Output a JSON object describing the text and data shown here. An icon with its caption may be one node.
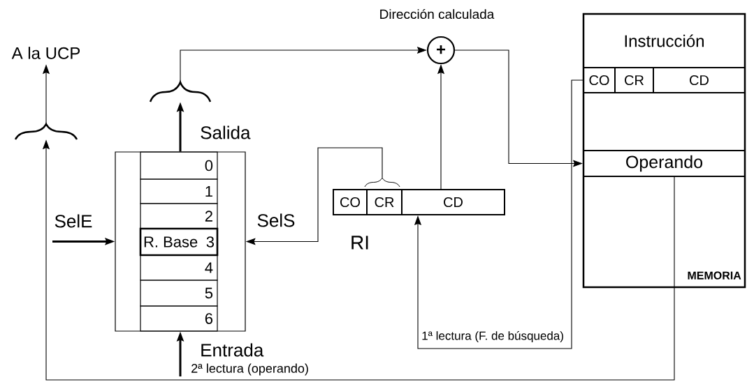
{
  "diagram": {
    "nodes": [
      {
        "text": [
          "A la UCP"
        ]
      },
      {
        "text": [],
        "shape": "brace"
      },
      {
        "text": [],
        "shape": "brace"
      },
      {
        "text": [],
        "shape": "box"
      },
      {
        "text": [
          "0"
        ],
        "in": 3
      },
      {
        "text": [
          "1"
        ],
        "in": 3
      },
      {
        "text": [
          "2"
        ],
        "in": 3
      },
      {
        "text": [
          "R. Base",
          "3"
        ],
        "in": 3
      },
      {
        "text": [
          "4"
        ],
        "in": 3
      },
      {
        "text": [
          "5"
        ],
        "in": 3
      },
      {
        "text": [
          "6"
        ],
        "in": 3
      },
      {
        "text": [
          "+"
        ],
        "beside": [
          "Dirección calculada"
        ]
      },
      {
        "text": [
          "RI"
        ]
      },
      {
        "text": [
          "CO"
        ],
        "in": 12
      },
      {
        "text": [
          "CR"
        ],
        "in": 12
      },
      {
        "text": [
          "CD"
        ],
        "in": 12
      },
      {
        "text": [],
        "shape": "brace"
      },
      {
        "text": [
          "MEMORIA"
        ]
      },
      {
        "text": [
          "Instrucción"
        ],
        "in": 17
      },
      {
        "text": [
          "CO"
        ],
        "in": 17
      },
      {
        "text": [
          "CR"
        ],
        "in": 17
      },
      {
        "text": [
          "CD"
        ],
        "in": 17
      },
      {
        "text": [
          "Operando"
        ],
        "in": 17
      }
    ],
    "edges": [
      {
        "from": 22,
        "to": 1,
        "arrow": "to",
        "label": "2ª lectura (operando)"
      },
      {
        "from": 1,
        "to": 0,
        "arrow": "to"
      },
      {
        "from": 3,
        "to": 2,
        "arrow": "to",
        "label": "Salida",
        "style": "thick"
      },
      {
        "from": 2,
        "to": 11,
        "arrow": "to"
      },
      {
        "from": 15,
        "to": 11,
        "arrow": "to"
      },
      {
        "from": 11,
        "to": 22,
        "arrow": "to"
      },
      {
        "from": 19,
        "to": 15,
        "arrow": "to",
        "label": "1ª lectura (F. de búsqueda)"
      },
      {
        "from": 16,
        "to": 3,
        "arrow": "to",
        "label": "SelS"
      },
      {
        "from": null,
        "to": 3,
        "arrow": "to",
        "label": "SelE",
        "style": "thick"
      },
      {
        "from": null,
        "to": 3,
        "arrow": "to",
        "label": "Entrada",
        "style": "thick"
      }
    ]
  }
}
